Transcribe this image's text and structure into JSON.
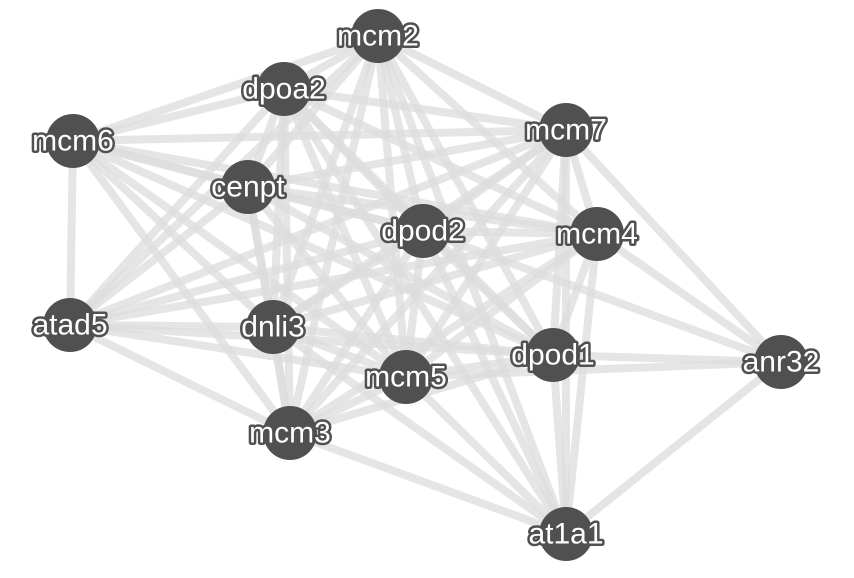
{
  "colors": {
    "background": "#ffffff",
    "node_fill": "#505050",
    "edge": "#dcdcdc",
    "label_text": "#ffffff"
  },
  "network": {
    "nodes": [
      {
        "id": "mcm2",
        "label": "mcm2"
      },
      {
        "id": "dpoa2",
        "label": "dpoa2"
      },
      {
        "id": "mcm6",
        "label": "mcm6"
      },
      {
        "id": "mcm7",
        "label": "mcm7"
      },
      {
        "id": "cenpt",
        "label": "cenpt"
      },
      {
        "id": "dpod2",
        "label": "dpod2"
      },
      {
        "id": "mcm4",
        "label": "mcm4"
      },
      {
        "id": "atad5",
        "label": "atad5"
      },
      {
        "id": "dnli3",
        "label": "dnli3"
      },
      {
        "id": "dpod1",
        "label": "dpod1"
      },
      {
        "id": "anr32",
        "label": "anr32"
      },
      {
        "id": "mcm5",
        "label": "mcm5"
      },
      {
        "id": "mcm3",
        "label": "mcm3"
      },
      {
        "id": "at1a1",
        "label": "at1a1"
      }
    ],
    "edges": [
      [
        "mcm2",
        "dpoa2"
      ],
      [
        "mcm2",
        "mcm6"
      ],
      [
        "mcm2",
        "mcm7"
      ],
      [
        "mcm2",
        "cenpt"
      ],
      [
        "mcm2",
        "dpod2"
      ],
      [
        "mcm2",
        "mcm4"
      ],
      [
        "mcm2",
        "atad5"
      ],
      [
        "mcm2",
        "dnli3"
      ],
      [
        "mcm2",
        "dpod1"
      ],
      [
        "mcm2",
        "mcm5"
      ],
      [
        "mcm2",
        "mcm3"
      ],
      [
        "mcm2",
        "at1a1"
      ],
      [
        "dpoa2",
        "mcm6"
      ],
      [
        "dpoa2",
        "mcm7"
      ],
      [
        "dpoa2",
        "cenpt"
      ],
      [
        "dpoa2",
        "dpod2"
      ],
      [
        "dpoa2",
        "mcm4"
      ],
      [
        "dpoa2",
        "atad5"
      ],
      [
        "dpoa2",
        "dnli3"
      ],
      [
        "dpoa2",
        "dpod1"
      ],
      [
        "dpoa2",
        "mcm5"
      ],
      [
        "dpoa2",
        "mcm3"
      ],
      [
        "dpoa2",
        "at1a1"
      ],
      [
        "mcm6",
        "mcm7"
      ],
      [
        "mcm6",
        "cenpt"
      ],
      [
        "mcm6",
        "dpod2"
      ],
      [
        "mcm6",
        "mcm4"
      ],
      [
        "mcm6",
        "atad5"
      ],
      [
        "mcm6",
        "dnli3"
      ],
      [
        "mcm6",
        "dpod1"
      ],
      [
        "mcm6",
        "mcm5"
      ],
      [
        "mcm6",
        "mcm3"
      ],
      [
        "mcm7",
        "cenpt"
      ],
      [
        "mcm7",
        "dpod2"
      ],
      [
        "mcm7",
        "mcm4"
      ],
      [
        "mcm7",
        "atad5"
      ],
      [
        "mcm7",
        "dnli3"
      ],
      [
        "mcm7",
        "dpod1"
      ],
      [
        "mcm7",
        "anr32"
      ],
      [
        "mcm7",
        "mcm5"
      ],
      [
        "mcm7",
        "mcm3"
      ],
      [
        "mcm7",
        "at1a1"
      ],
      [
        "cenpt",
        "dpod2"
      ],
      [
        "cenpt",
        "mcm4"
      ],
      [
        "cenpt",
        "atad5"
      ],
      [
        "cenpt",
        "dnli3"
      ],
      [
        "cenpt",
        "dpod1"
      ],
      [
        "cenpt",
        "mcm5"
      ],
      [
        "cenpt",
        "mcm3"
      ],
      [
        "dpod2",
        "mcm4"
      ],
      [
        "dpod2",
        "atad5"
      ],
      [
        "dpod2",
        "dnli3"
      ],
      [
        "dpod2",
        "dpod1"
      ],
      [
        "dpod2",
        "anr32"
      ],
      [
        "dpod2",
        "mcm5"
      ],
      [
        "dpod2",
        "mcm3"
      ],
      [
        "dpod2",
        "at1a1"
      ],
      [
        "mcm4",
        "atad5"
      ],
      [
        "mcm4",
        "dnli3"
      ],
      [
        "mcm4",
        "dpod1"
      ],
      [
        "mcm4",
        "anr32"
      ],
      [
        "mcm4",
        "mcm5"
      ],
      [
        "mcm4",
        "mcm3"
      ],
      [
        "mcm4",
        "at1a1"
      ],
      [
        "atad5",
        "dnli3"
      ],
      [
        "atad5",
        "dpod1"
      ],
      [
        "atad5",
        "mcm5"
      ],
      [
        "atad5",
        "mcm3"
      ],
      [
        "dnli3",
        "dpod1"
      ],
      [
        "dnli3",
        "mcm5"
      ],
      [
        "dnli3",
        "mcm3"
      ],
      [
        "dnli3",
        "at1a1"
      ],
      [
        "dpod1",
        "anr32"
      ],
      [
        "dpod1",
        "mcm5"
      ],
      [
        "dpod1",
        "mcm3"
      ],
      [
        "dpod1",
        "at1a1"
      ],
      [
        "anr32",
        "mcm5"
      ],
      [
        "anr32",
        "at1a1"
      ],
      [
        "mcm5",
        "mcm3"
      ],
      [
        "mcm5",
        "at1a1"
      ],
      [
        "mcm3",
        "at1a1"
      ]
    ]
  }
}
